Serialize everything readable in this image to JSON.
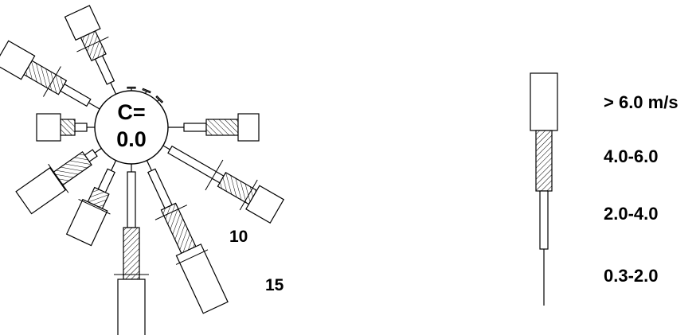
{
  "calm": {
    "label_line1": "C=",
    "label_line2": "0.0"
  },
  "ring_labels": [
    "10",
    "15"
  ],
  "legend": [
    {
      "label": "> 6.0 m/s",
      "style": "wide-open"
    },
    {
      "label": "4.0-6.0",
      "style": "hatched"
    },
    {
      "label": "2.0-4.0",
      "style": "narrow-open"
    },
    {
      "label": "0.3-2.0",
      "style": "line"
    }
  ],
  "wind_rose": {
    "directions": [
      {
        "angle": 0,
        "bands": [
          3,
          1.5,
          0,
          0
        ]
      },
      {
        "angle": 22.5,
        "bands": [
          3,
          1.5,
          0,
          0
        ]
      },
      {
        "angle": 45,
        "bands": [
          3,
          1.5,
          0,
          0
        ]
      },
      {
        "angle": 67.5,
        "bands": [
          0,
          0,
          0,
          0
        ]
      },
      {
        "angle": 90,
        "bands": [
          20,
          28,
          40,
          26
        ]
      },
      {
        "angle": 112.5,
        "bands": [
          0,
          0,
          0,
          0
        ]
      },
      {
        "angle": 120,
        "bands": [
          10,
          75,
          45,
          35
        ]
      },
      {
        "angle": 155,
        "bands": [
          14,
          50,
          60,
          80
        ]
      },
      {
        "angle": 180,
        "bands": [
          10,
          70,
          65,
          90
        ]
      },
      {
        "angle": 205,
        "bands": [
          14,
          28,
          20,
          48
        ]
      },
      {
        "angle": 235,
        "bands": [
          10,
          12,
          45,
          52
        ]
      },
      {
        "angle": 270,
        "bands": [
          10,
          15,
          18,
          30
        ]
      },
      {
        "angle": 300,
        "bands": [
          16,
          38,
          50,
          38
        ]
      },
      {
        "angle": 335,
        "bands": [
          16,
          35,
          32,
          32
        ]
      }
    ]
  }
}
